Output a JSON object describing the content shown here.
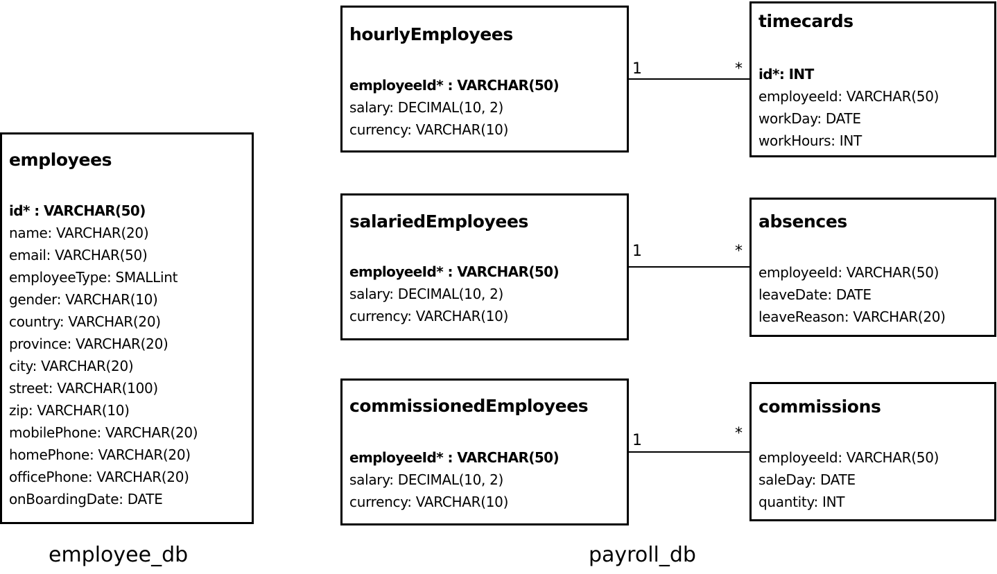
{
  "employees": {
    "title": "employees",
    "fields": [
      "id* : VARCHAR(50)",
      "name: VARCHAR(20)",
      "email: VARCHAR(50)",
      "employeeType: SMALLint",
      "gender: VARCHAR(10)",
      "country: VARCHAR(20)",
      "province: VARCHAR(20)",
      "city: VARCHAR(20)",
      "street: VARCHAR(100)",
      "zip: VARCHAR(10)",
      "mobilePhone: VARCHAR(20)",
      "homePhone: VARCHAR(20)",
      "officePhone: VARCHAR(20)",
      "onBoardingDate: DATE"
    ]
  },
  "hourlyEmployees": {
    "title": "hourlyEmployees",
    "fields": [
      "employeeId* : VARCHAR(50)",
      "salary: DECIMAL(10, 2)",
      "currency: VARCHAR(10)"
    ]
  },
  "salariedEmployees": {
    "title": "salariedEmployees",
    "fields": [
      "employeeId* : VARCHAR(50)",
      "salary: DECIMAL(10, 2)",
      "currency: VARCHAR(10)"
    ]
  },
  "commissionedEmployees": {
    "title": "commissionedEmployees",
    "fields": [
      "employeeId* : VARCHAR(50)",
      "salary: DECIMAL(10, 2)",
      "currency: VARCHAR(10)"
    ]
  },
  "timecards": {
    "title": "timecards",
    "fields": [
      "id*: INT",
      "employeeId: VARCHAR(50)",
      "workDay: DATE",
      "workHours: INT"
    ]
  },
  "absences": {
    "title": "absences",
    "fields": [
      "employeeId: VARCHAR(50)",
      "leaveDate: DATE",
      "leaveReason: VARCHAR(20)"
    ]
  },
  "commissions": {
    "title": "commissions",
    "fields": [
      "employeeId: VARCHAR(50)",
      "saleDay: DATE",
      "quantity: INT"
    ]
  },
  "relationships": [
    {
      "from": "hourlyEmployees",
      "to": "timecards",
      "from_mult": "1",
      "to_mult": "*"
    },
    {
      "from": "salariedEmployees",
      "to": "absences",
      "from_mult": "1",
      "to_mult": "*"
    },
    {
      "from": "commissionedEmployees",
      "to": "commissions",
      "from_mult": "1",
      "to_mult": "*"
    }
  ],
  "databases": {
    "employee_db": "employee_db",
    "payroll_db": "payroll_db"
  }
}
